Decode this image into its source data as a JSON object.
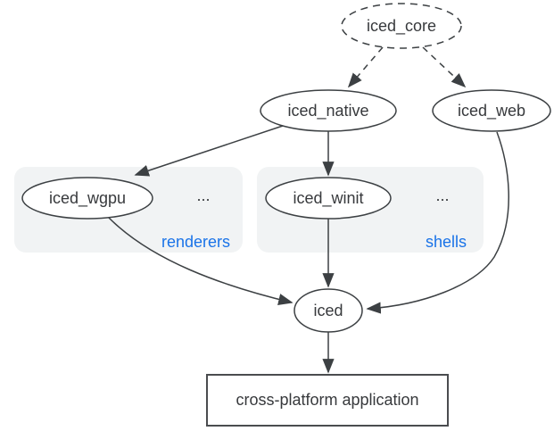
{
  "diagram": {
    "nodes": {
      "iced_core": {
        "label": "iced_core",
        "shape": "dashed-ellipse"
      },
      "iced_native": {
        "label": "iced_native",
        "shape": "ellipse"
      },
      "iced_web": {
        "label": "iced_web",
        "shape": "ellipse"
      },
      "iced_wgpu": {
        "label": "iced_wgpu",
        "shape": "ellipse"
      },
      "iced_winit": {
        "label": "iced_winit",
        "shape": "ellipse"
      },
      "iced": {
        "label": "iced",
        "shape": "ellipse"
      },
      "application": {
        "label": "cross-platform application",
        "shape": "rectangle"
      }
    },
    "groups": {
      "renderers": {
        "label": "renderers",
        "ellipsis": "...",
        "contains": [
          "iced_wgpu"
        ]
      },
      "shells": {
        "label": "shells",
        "ellipsis": "...",
        "contains": [
          "iced_winit"
        ]
      }
    },
    "edges": [
      {
        "from": "iced_core",
        "to": "iced_native",
        "style": "dashed"
      },
      {
        "from": "iced_core",
        "to": "iced_web",
        "style": "dashed"
      },
      {
        "from": "iced_native",
        "to": "iced_wgpu",
        "style": "solid"
      },
      {
        "from": "iced_native",
        "to": "iced_winit",
        "style": "solid"
      },
      {
        "from": "iced_wgpu",
        "to": "iced",
        "style": "solid"
      },
      {
        "from": "iced_winit",
        "to": "iced",
        "style": "solid"
      },
      {
        "from": "iced_web",
        "to": "iced",
        "style": "solid"
      },
      {
        "from": "iced",
        "to": "application",
        "style": "solid"
      }
    ],
    "colors": {
      "accent_blue": "#1a73e8",
      "node_stroke": "#3c4043",
      "text": "#37393c",
      "group_box_fill": "#f1f3f4",
      "background": "#ffffff"
    }
  }
}
